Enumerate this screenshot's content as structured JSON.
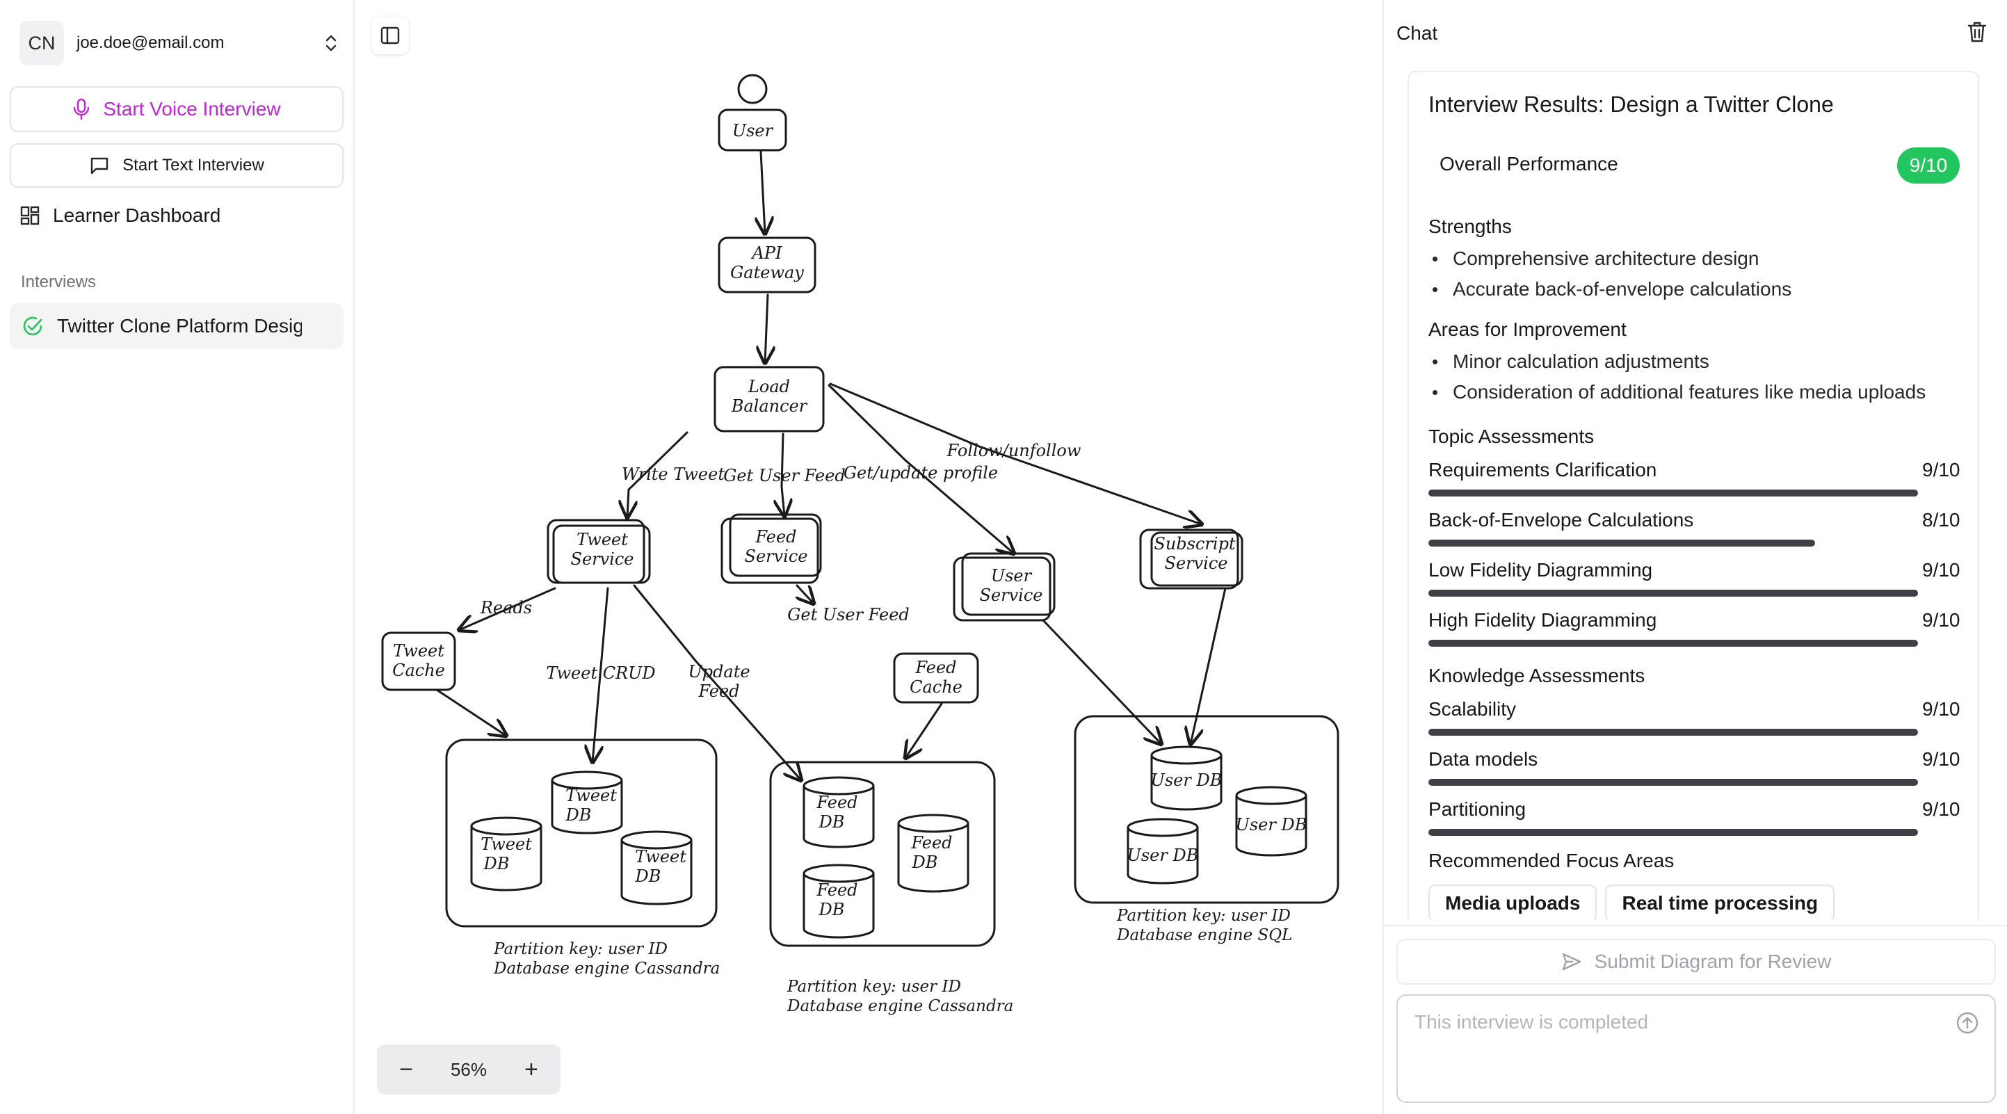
{
  "sidebar": {
    "account": {
      "initials": "CN",
      "email": "joe.doe@email.com"
    },
    "start_voice_label": "Start Voice Interview",
    "start_text_label": "Start Text Interview",
    "dashboard_label": "Learner Dashboard",
    "section_label": "Interviews",
    "interviews": [
      {
        "title": "Twitter Clone Platform Design",
        "status": "completed"
      }
    ]
  },
  "canvas": {
    "zoom": "56%",
    "diagram": {
      "nodes": {
        "user": "User",
        "api_gateway": [
          "API",
          "Gateway"
        ],
        "load_balancer": [
          "Load",
          "Balancer"
        ],
        "tweet_service": [
          "Tweet",
          "Service"
        ],
        "feed_service": [
          "Feed",
          "Service"
        ],
        "user_service": [
          "User",
          "Service"
        ],
        "subscription_service": [
          "Subscript",
          "Service"
        ],
        "tweet_cache": [
          "Tweet",
          "Cache"
        ],
        "feed_cache": [
          "Feed",
          "Cache"
        ],
        "tweet_db": [
          "Tweet",
          "DB"
        ],
        "feed_db": [
          "Feed",
          "DB"
        ],
        "user_db": "User DB"
      },
      "edge_labels": {
        "write_tweet": "Write Tweet",
        "get_user_feed": "Get User Feed",
        "get_update_profile": "Get/update profile",
        "follow_unfollow": "Follow/unfollow",
        "reads": "Reads",
        "tweet_crud": "Tweet CRUD",
        "update_feed": [
          "Update",
          "Feed"
        ],
        "get_user_feed_2": "Get User Feed"
      },
      "captions": {
        "tweet_cluster": [
          "Partition key: user ID",
          "Database engine Cassandra"
        ],
        "feed_cluster": [
          "Partition key: user ID",
          "Database engine Cassandra"
        ],
        "user_cluster": [
          "Partition key: user ID",
          "Database engine SQL"
        ]
      }
    }
  },
  "chat": {
    "title": "Chat",
    "results_title": "Interview Results: Design a Twitter Clone",
    "overall_label": "Overall Performance",
    "overall_score": "9/10",
    "strengths_label": "Strengths",
    "strengths": [
      "Comprehensive architecture design",
      "Accurate back-of-envelope calculations"
    ],
    "improvement_label": "Areas for Improvement",
    "improvements": [
      "Minor calculation adjustments",
      "Consideration of additional features like media uploads"
    ],
    "topic_label": "Topic Assessments",
    "topics": [
      {
        "name": "Requirements Clarification",
        "score": "9/10",
        "value": 0.9
      },
      {
        "name": "Back-of-Envelope Calculations",
        "score": "8/10",
        "value": 0.8
      },
      {
        "name": "Low Fidelity Diagramming",
        "score": "9/10",
        "value": 0.9
      },
      {
        "name": "High Fidelity Diagramming",
        "score": "9/10",
        "value": 0.9
      }
    ],
    "knowledge_label": "Knowledge Assessments",
    "knowledge": [
      {
        "name": "Scalability",
        "score": "9/10",
        "value": 0.9
      },
      {
        "name": "Data models",
        "score": "9/10",
        "value": 0.9
      },
      {
        "name": "Partitioning",
        "score": "9/10",
        "value": 0.9
      }
    ],
    "focus_label": "Recommended Focus Areas",
    "focus": [
      "Media uploads",
      "Real time processing"
    ],
    "submit_label": "Submit Diagram for Review",
    "input_placeholder": "This interview is completed"
  },
  "colors": {
    "accent_voice": "#c026d3",
    "success": "#22c55e",
    "bar": "#3f3f46"
  }
}
